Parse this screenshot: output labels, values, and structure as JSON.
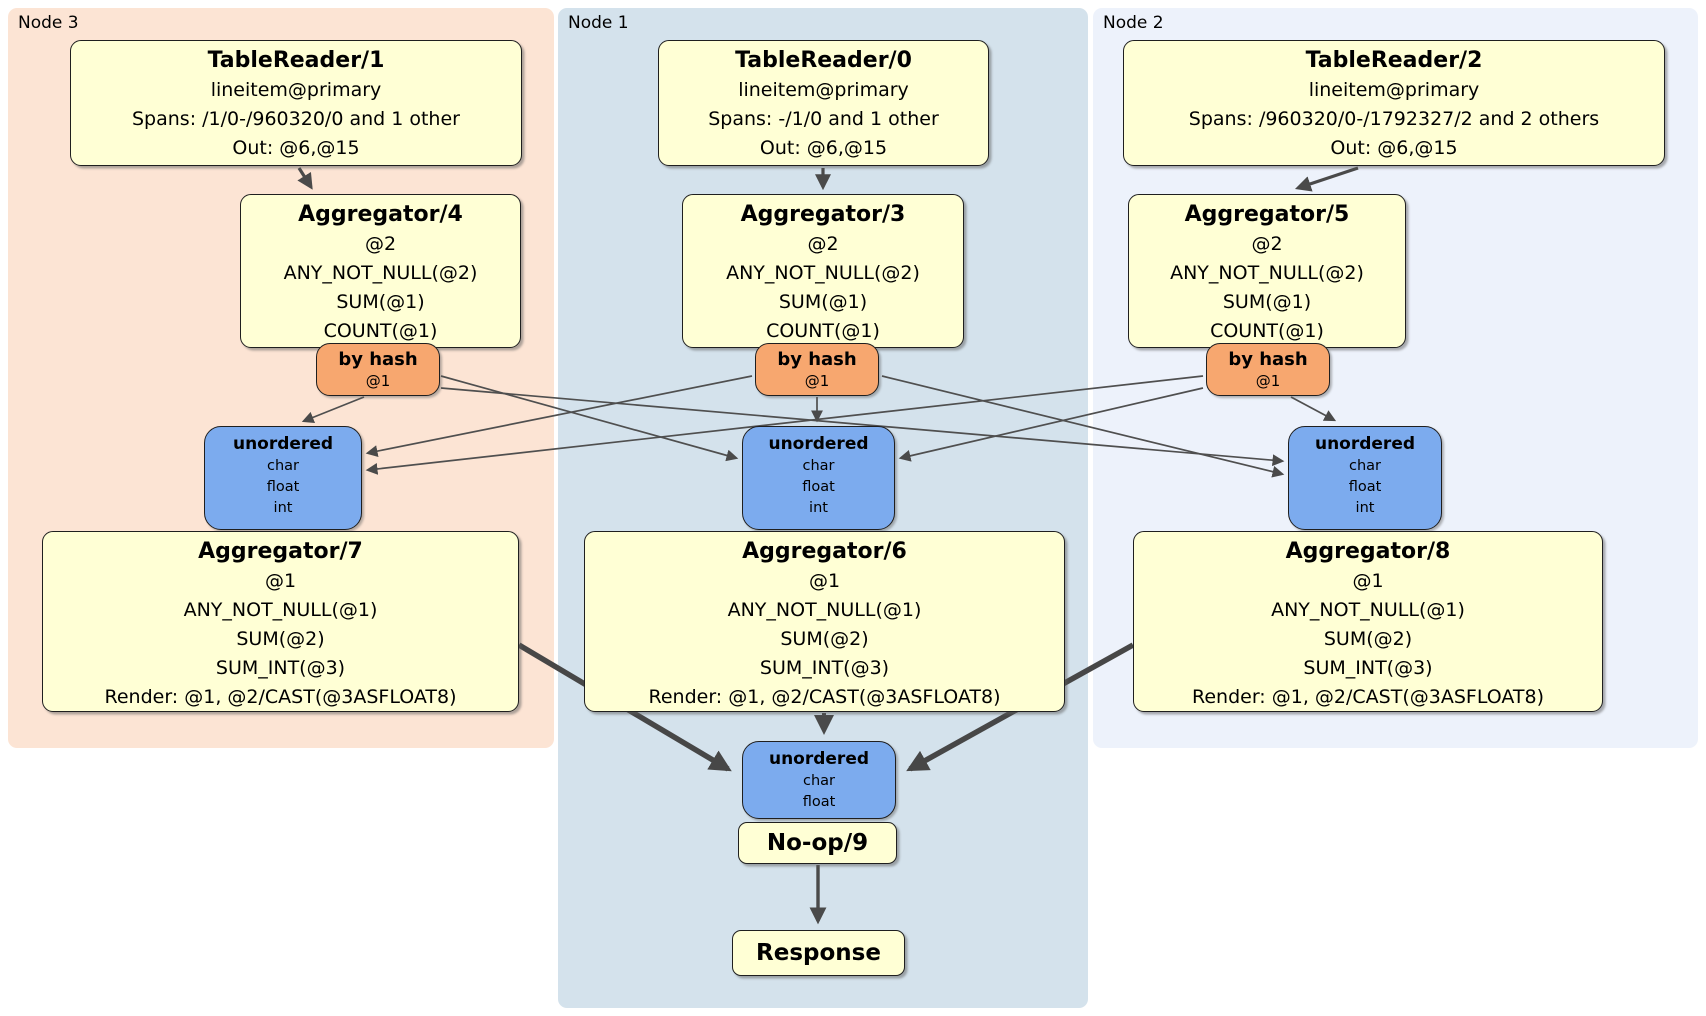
{
  "regions": {
    "node3": {
      "label": "Node 3"
    },
    "node1": {
      "label": "Node 1"
    },
    "node2": {
      "label": "Node 2"
    }
  },
  "processors": {
    "tr1": {
      "title": "TableReader/1",
      "lines": [
        "lineitem@primary",
        "Spans: /1/0-/960320/0 and 1 other",
        "Out: @6,@15"
      ]
    },
    "tr0": {
      "title": "TableReader/0",
      "lines": [
        "lineitem@primary",
        "Spans: -/1/0 and 1 other",
        "Out: @6,@15"
      ]
    },
    "tr2": {
      "title": "TableReader/2",
      "lines": [
        "lineitem@primary",
        "Spans: /960320/0-/1792327/2 and 2 others",
        "Out: @6,@15"
      ]
    },
    "ag4": {
      "title": "Aggregator/4",
      "lines": [
        "@2",
        "ANY_NOT_NULL(@2)",
        "SUM(@1)",
        "COUNT(@1)"
      ]
    },
    "ag3": {
      "title": "Aggregator/3",
      "lines": [
        "@2",
        "ANY_NOT_NULL(@2)",
        "SUM(@1)",
        "COUNT(@1)"
      ]
    },
    "ag5": {
      "title": "Aggregator/5",
      "lines": [
        "@2",
        "ANY_NOT_NULL(@2)",
        "SUM(@1)",
        "COUNT(@1)"
      ]
    },
    "ag7": {
      "title": "Aggregator/7",
      "lines": [
        "@1",
        "ANY_NOT_NULL(@1)",
        "SUM(@2)",
        "SUM_INT(@3)",
        "Render: @1, @2/CAST(@3ASFLOAT8)"
      ]
    },
    "ag6": {
      "title": "Aggregator/6",
      "lines": [
        "@1",
        "ANY_NOT_NULL(@1)",
        "SUM(@2)",
        "SUM_INT(@3)",
        "Render: @1, @2/CAST(@3ASFLOAT8)"
      ]
    },
    "ag8": {
      "title": "Aggregator/8",
      "lines": [
        "@1",
        "ANY_NOT_NULL(@1)",
        "SUM(@2)",
        "SUM_INT(@3)",
        "Render: @1, @2/CAST(@3ASFLOAT8)"
      ]
    },
    "noop": {
      "title": "No-op/9"
    },
    "response": {
      "title": "Response"
    }
  },
  "routers": {
    "bh1": {
      "title": "by hash",
      "detail": "@1"
    },
    "bh2": {
      "title": "by hash",
      "detail": "@1"
    },
    "bh3": {
      "title": "by hash",
      "detail": "@1"
    }
  },
  "syncs": {
    "un1": {
      "title": "unordered",
      "lines": [
        "char",
        "float",
        "int"
      ]
    },
    "un2": {
      "title": "unordered",
      "lines": [
        "char",
        "float",
        "int"
      ]
    },
    "un3": {
      "title": "unordered",
      "lines": [
        "char",
        "float",
        "int"
      ]
    },
    "unFinal": {
      "title": "unordered",
      "lines": [
        "char",
        "float"
      ]
    }
  },
  "colors": {
    "node3_bg": "#fce4d4",
    "node1_bg": "#d4e2ec",
    "node2_bg": "#edf2fb",
    "processor_fill": "#ffffd5",
    "router_fill": "#f7a76f",
    "sync_fill": "#7cabee",
    "edge": "#4a4a4a",
    "border": "#1f1f1f"
  }
}
